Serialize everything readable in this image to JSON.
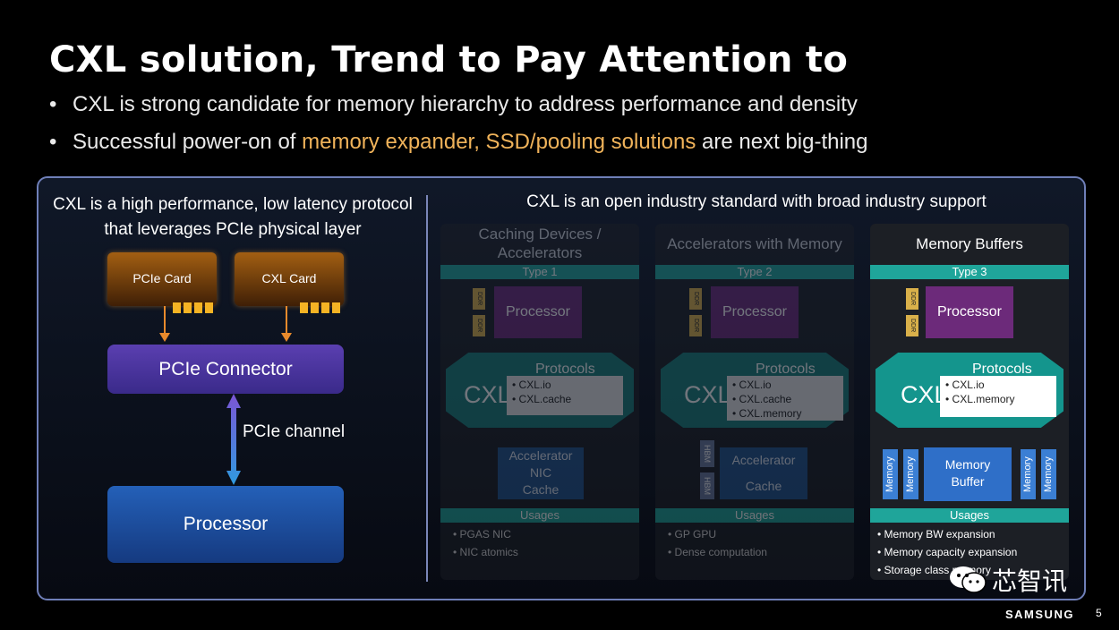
{
  "title": "CXL solution, Trend to Pay Attention to",
  "bullets": [
    {
      "plain": "CXL is strong candidate for memory hierarchy to address performance and density"
    },
    {
      "pre": "Successful power-on of ",
      "highlight": "memory expander, SSD/pooling solutions",
      "post": " are next big-thing"
    }
  ],
  "left_panel": {
    "caption_line1": "CXL is a high performance, low latency protocol",
    "caption_line2": "that leverages PCIe physical layer",
    "pcie_card": "PCIe Card",
    "cxl_card": "CXL Card",
    "connector": "PCIe Connector",
    "channel": "PCIe channel",
    "processor": "Processor"
  },
  "right_panel": {
    "caption": "CXL is an open industry standard with broad industry support",
    "columns": [
      {
        "head": "Caching Devices / Accelerators",
        "type": "Type 1",
        "processor": "Processor",
        "ddr": "DDR",
        "cxl": "CXL",
        "protocols_title": "Protocols",
        "protocols": [
          "• CXL.io",
          "• CXL.cache"
        ],
        "device_lines": [
          "Accelerator",
          "NIC",
          "Cache"
        ],
        "usages_label": "Usages",
        "usages": [
          "• PGAS NIC",
          "• NIC atomics"
        ]
      },
      {
        "head": "Accelerators with Memory",
        "type": "Type 2",
        "processor": "Processor",
        "ddr": "DDR",
        "hbm": "HBM",
        "cxl": "CXL",
        "protocols_title": "Protocols",
        "protocols": [
          "• CXL.io",
          "• CXL.cache",
          "• CXL.memory"
        ],
        "device_lines": [
          "Accelerator",
          "Cache"
        ],
        "usages_label": "Usages",
        "usages": [
          "• GP GPU",
          "• Dense computation"
        ]
      },
      {
        "head": "Memory Buffers",
        "type": "Type 3",
        "processor": "Processor",
        "ddr": "DDR",
        "memory": "Memory",
        "cxl": "CXL",
        "protocols_title": "Protocols",
        "protocols": [
          "• CXL.io",
          "• CXL.memory"
        ],
        "device_lines": [
          "Memory",
          "Buffer"
        ],
        "usages_label": "Usages",
        "usages": [
          "• Memory BW expansion",
          "• Memory capacity expansion",
          "• Storage class memory"
        ]
      }
    ]
  },
  "footer": {
    "logo": "SAMSUNG",
    "page": "5",
    "watermark": "芯智讯"
  },
  "colors": {
    "highlight": "#f0b35a",
    "teal": "#1fa59a",
    "purple": "#6c2a7a",
    "frame": "#6f7fb8"
  }
}
